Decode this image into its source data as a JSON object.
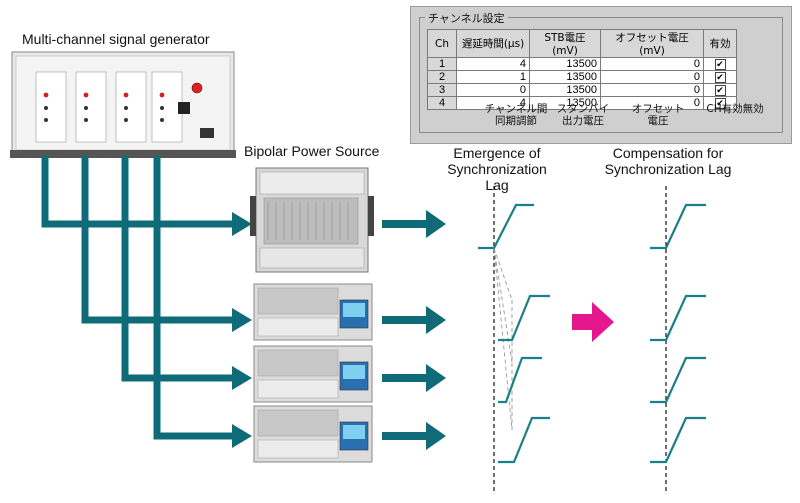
{
  "labels": {
    "generator": "Multi-channel signal generator",
    "power_source": "Bipolar Power Source",
    "emergence": [
      "Emergence of",
      "Synchronization Lag"
    ],
    "compensation": [
      "Compensation for",
      "Synchronization Lag"
    ]
  },
  "panel": {
    "title": "チャンネル設定",
    "columns": [
      "Ch",
      "遅延時間(μs)",
      "STB電圧(mV)",
      "オフセット電圧(mV)",
      "有効"
    ],
    "rows": [
      {
        "ch": "1",
        "delay": "4",
        "stb": "13500",
        "offset": "0",
        "enabled": true
      },
      {
        "ch": "2",
        "delay": "1",
        "stb": "13500",
        "offset": "0",
        "enabled": true
      },
      {
        "ch": "3",
        "delay": "0",
        "stb": "13500",
        "offset": "0",
        "enabled": true
      },
      {
        "ch": "4",
        "delay": "4",
        "stb": "13500",
        "offset": "0",
        "enabled": true
      }
    ],
    "captions": [
      [
        "チャンネル間",
        "同期調節"
      ],
      [
        "スタンバイ",
        "出力電圧"
      ],
      [
        "オフセット",
        "電圧"
      ],
      [
        "CH有効無効"
      ]
    ],
    "check_mark": "✔"
  },
  "colors": {
    "cable": "#0f6b78",
    "signal": "#1b7f88",
    "arrow_magenta": "#e6168c"
  }
}
